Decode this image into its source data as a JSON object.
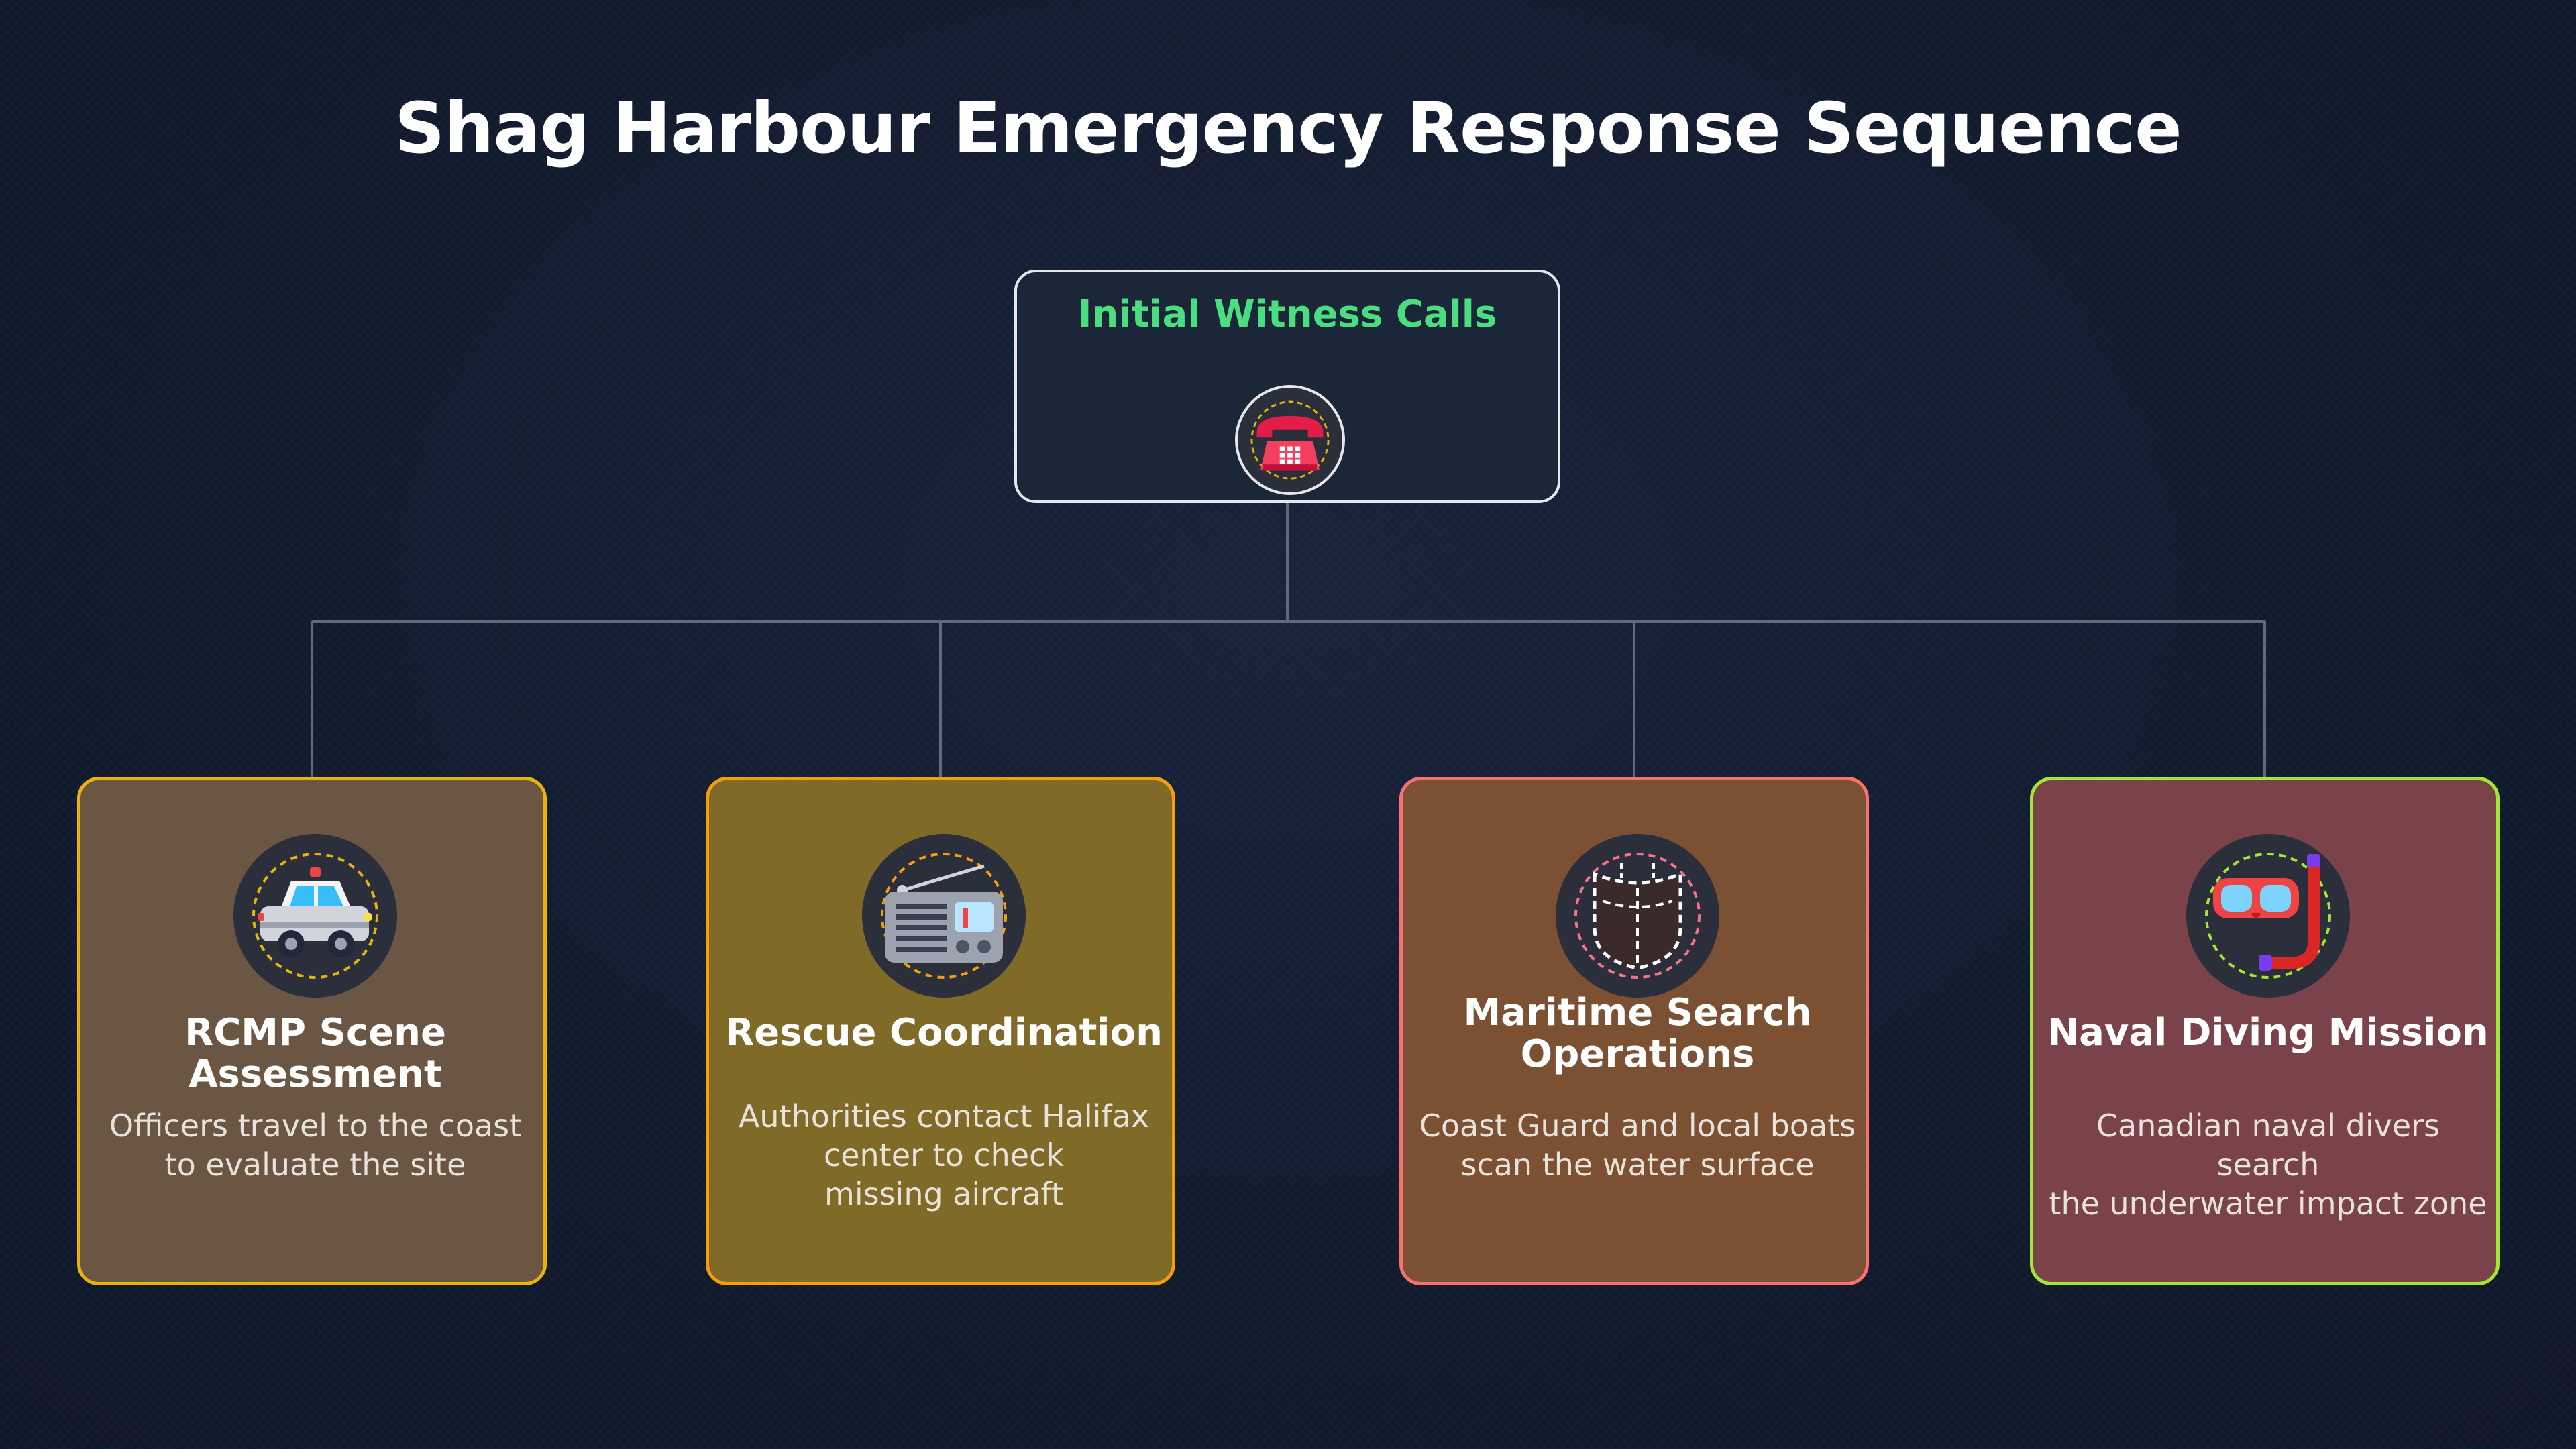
{
  "title": "Shag Harbour Emergency Response Sequence",
  "root": {
    "label": "Initial Witness Calls",
    "icon": "telephone-icon",
    "color": "#4ade80"
  },
  "steps": [
    {
      "title": "RCMP Scene Assessment",
      "description": "Officers travel to the coast\nto evaluate the site",
      "icon": "police-car-icon",
      "border_color": "#eab308",
      "fill_color": "#6b5643"
    },
    {
      "title": "Rescue Coordination",
      "description": "Authorities contact Halifax\ncenter to check\nmissing aircraft",
      "icon": "radio-icon",
      "border_color": "#f59e0b",
      "fill_color": "#806a27"
    },
    {
      "title": "Maritime Search\nOperations",
      "description": "Coast Guard and local boats\nscan the water surface",
      "icon": "boat-hull-icon",
      "border_color": "#f87171",
      "fill_color": "#7c5033"
    },
    {
      "title": "Naval Diving Mission",
      "description": "Canadian naval divers search\nthe underwater impact zone",
      "icon": "diving-mask-snorkel-icon",
      "border_color": "#a3e635",
      "fill_color": "#7a4249"
    }
  ]
}
